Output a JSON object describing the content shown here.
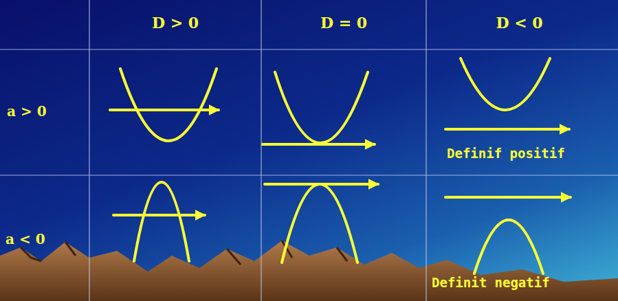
{
  "diagram": {
    "labels": [
      "D > 0",
      "D = 0",
      "D < 0",
      "a > 0",
      "a < 0",
      "Definif positif",
      "Definit negatif"
    ]
  }
}
